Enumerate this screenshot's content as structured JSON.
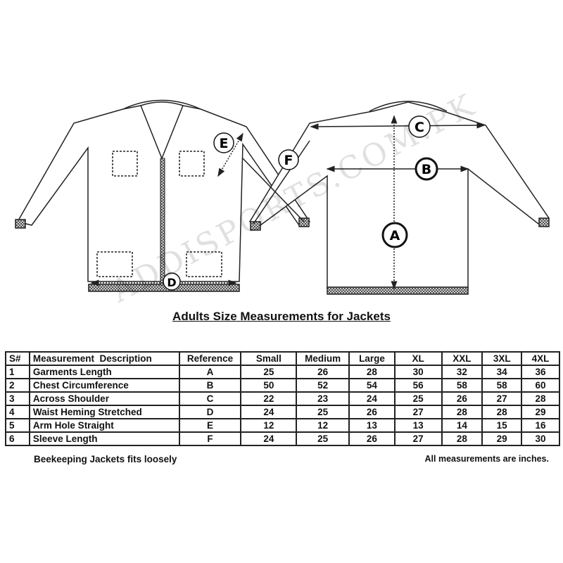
{
  "diagram": {
    "labels": {
      "a": "A",
      "b": "B",
      "c": "C",
      "d": "D",
      "e": "E",
      "f": "F"
    }
  },
  "watermark": "ADDISPORTS.COM.PK",
  "title": "Adults Size Measurements for Jackets",
  "table": {
    "headers": [
      "S#",
      "Measurement  Description",
      "Reference",
      "Small",
      "Medium",
      "Large",
      "XL",
      "XXL",
      "3XL",
      "4XL"
    ],
    "rows": [
      [
        "1",
        "Garments Length",
        "A",
        "25",
        "26",
        "28",
        "30",
        "32",
        "34",
        "36"
      ],
      [
        "2",
        "Chest Circumference",
        "B",
        "50",
        "52",
        "54",
        "56",
        "58",
        "58",
        "60"
      ],
      [
        "3",
        "Across Shoulder",
        "C",
        "22",
        "23",
        "24",
        "25",
        "26",
        "27",
        "28"
      ],
      [
        "4",
        "Waist Heming Stretched",
        "D",
        "24",
        "25",
        "26",
        "27",
        "28",
        "28",
        "29"
      ],
      [
        "5",
        "Arm Hole Straight",
        "E",
        "12",
        "12",
        "13",
        "13",
        "14",
        "15",
        "16"
      ],
      [
        "6",
        "Sleeve Length",
        "F",
        "24",
        "25",
        "26",
        "27",
        "28",
        "29",
        "30"
      ]
    ]
  },
  "footer": {
    "left": "Beekeeping Jackets fits loosely",
    "right": "All measurements are inches."
  }
}
